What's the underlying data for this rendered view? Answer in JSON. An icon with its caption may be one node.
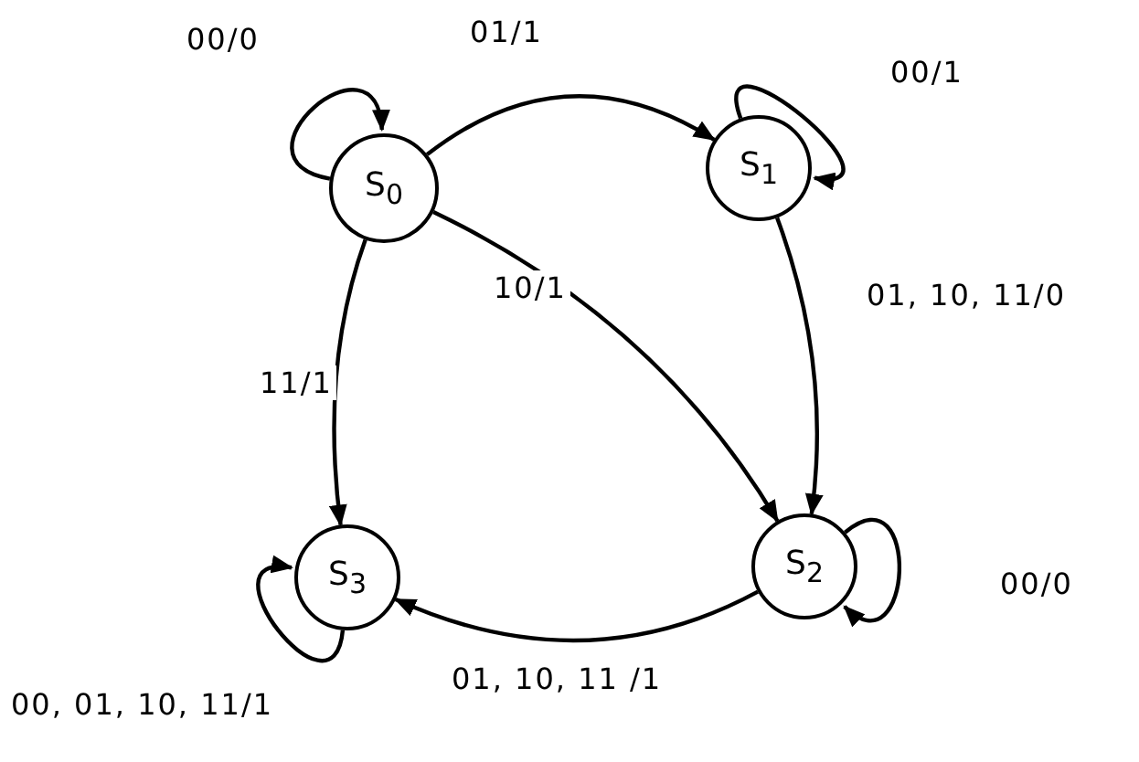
{
  "diagram": {
    "nodes": [
      {
        "text": [
          "S$_{0}$"
        ]
      },
      {
        "text": [
          "S$_{1}$"
        ]
      },
      {
        "text": [
          "S$_{3}$"
        ]
      },
      {
        "text": [
          "S$_{2}$"
        ]
      }
    ],
    "edges": [
      {
        "from": 0,
        "to": 0,
        "arrow": "to",
        "label": "00/0"
      },
      {
        "from": 0,
        "to": 1,
        "arrow": "to",
        "label": "01/1"
      },
      {
        "from": 1,
        "to": 1,
        "arrow": "to",
        "label": "00/1"
      },
      {
        "from": 1,
        "to": 3,
        "arrow": "to",
        "label": "01, 10, 11/0"
      },
      {
        "from": 0,
        "to": 3,
        "arrow": "to",
        "label": "10/1"
      },
      {
        "from": 0,
        "to": 2,
        "arrow": "to",
        "label": "11/1"
      },
      {
        "from": 3,
        "to": 3,
        "arrow": "to",
        "label": "00/0"
      },
      {
        "from": 3,
        "to": 2,
        "arrow": "to",
        "label": "01, 10, 11 /1"
      },
      {
        "from": 2,
        "to": 2,
        "arrow": "to",
        "label": "00, 01, 10, 11/1"
      }
    ]
  }
}
